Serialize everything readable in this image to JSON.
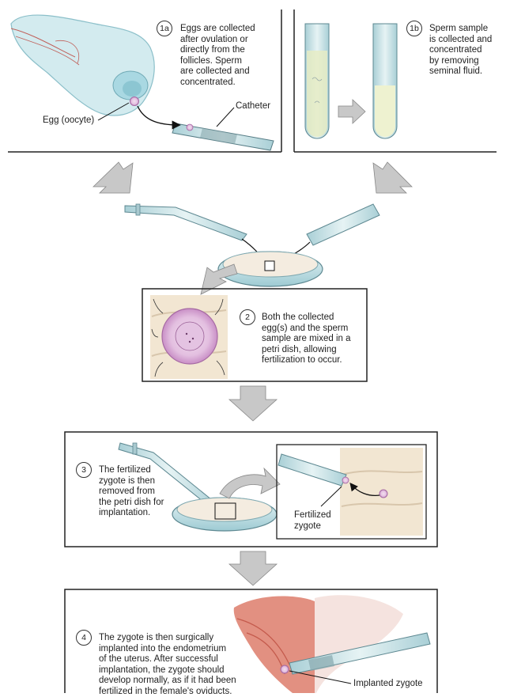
{
  "steps": {
    "s1a": {
      "badge": "1a",
      "text": "Eggs are collected\nafter ovulation or\ndirectly from the\nfollicles. Sperm\nare collected and\nconcentrated."
    },
    "s1b": {
      "badge": "1b",
      "text": "Sperm sample\nis collected and\nconcentrated\nby removing\nseminal fluid."
    },
    "s2": {
      "badge": "2",
      "text": "Both the collected\negg(s) and the sperm\nsample are mixed in a\npetri dish, allowing\nfertilization to occur."
    },
    "s3": {
      "badge": "3",
      "text": "The fertilized\nzygote is then\nremoved from\nthe petri dish for\nimplantation."
    },
    "s4": {
      "badge": "4",
      "text": "The zygote is then surgically\nimplanted into the endometrium\nof the uterus. After successful\nimplantation, the zygote should\ndevelop normally, as if it had been\nfertilized in the female's oviducts."
    }
  },
  "labels": {
    "egg": "Egg (oocyte)",
    "catheter": "Catheter",
    "fertilized_zygote": "Fertilized\nzygote",
    "implanted_zygote": "Implanted zygote"
  },
  "colors": {
    "frame": "#222222",
    "arrow_gray": "#c8c8c8",
    "glass": "#cfe6e9",
    "ovary": "#bfe3ea",
    "tissue": "#f2e6d2",
    "uterus": "#e07a6a",
    "oocyte": "#d9a6d6"
  }
}
